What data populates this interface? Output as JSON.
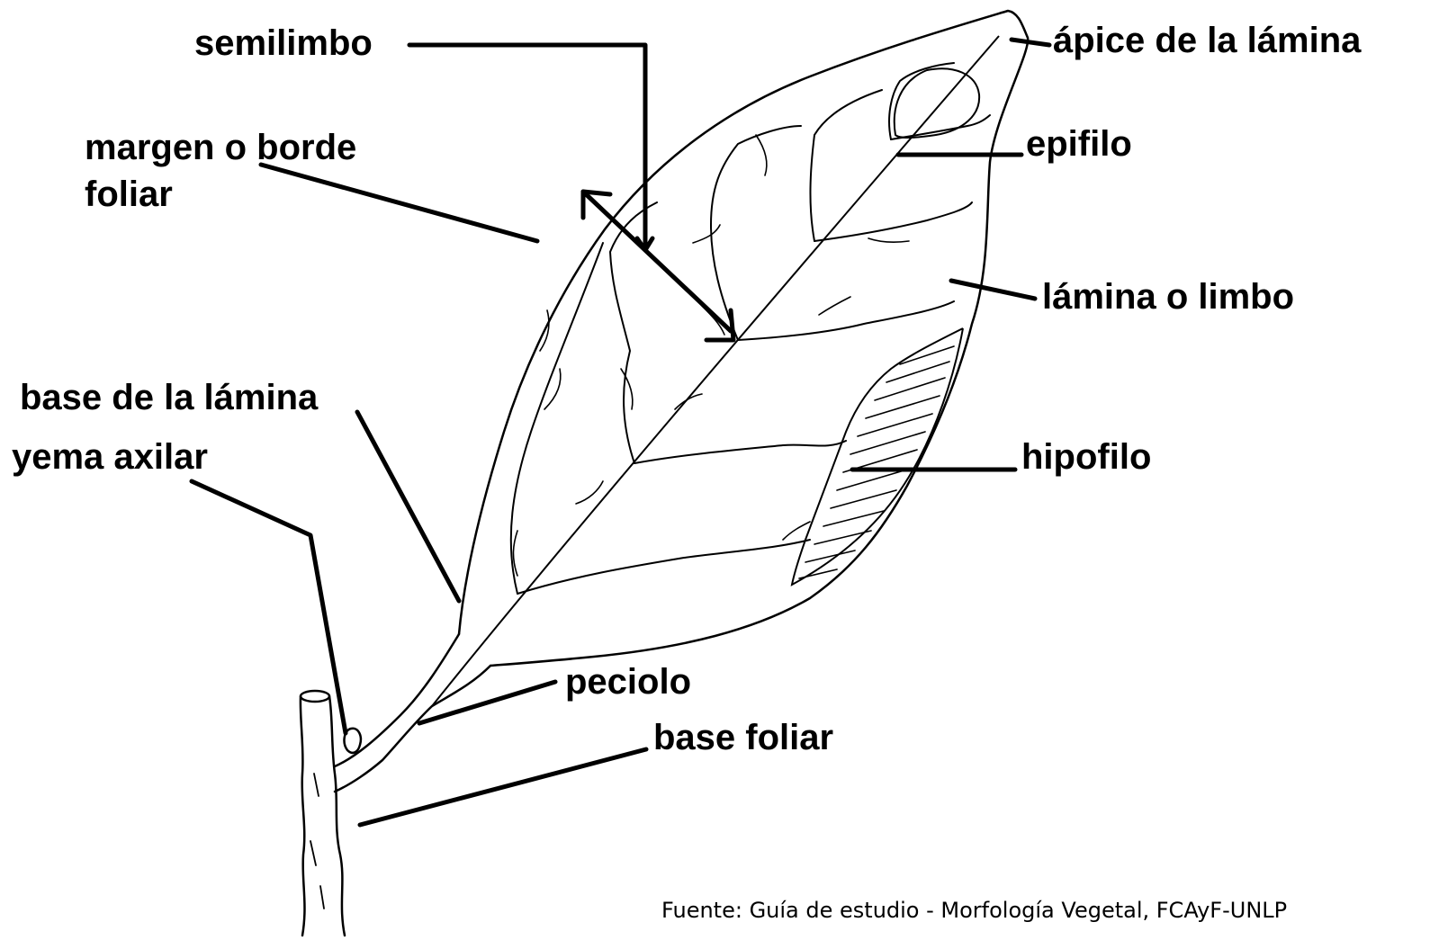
{
  "colors": {
    "background": "#ffffff",
    "ink": "#000000"
  },
  "labels": {
    "semilimbo": "semilimbo",
    "apice": "ápice de la lámina",
    "margen_line1": "margen o borde",
    "margen_line2": "foliar",
    "epifilo": "epifilo",
    "lamina": "lámina o limbo",
    "base_lamina": "base de la lámina",
    "yema": "yema axilar",
    "hipofilo": "hipofilo",
    "peciolo": "peciolo",
    "base_foliar": "base foliar"
  },
  "source": "Fuente: Guía de estudio - Morfología Vegetal, FCAyF-UNLP"
}
